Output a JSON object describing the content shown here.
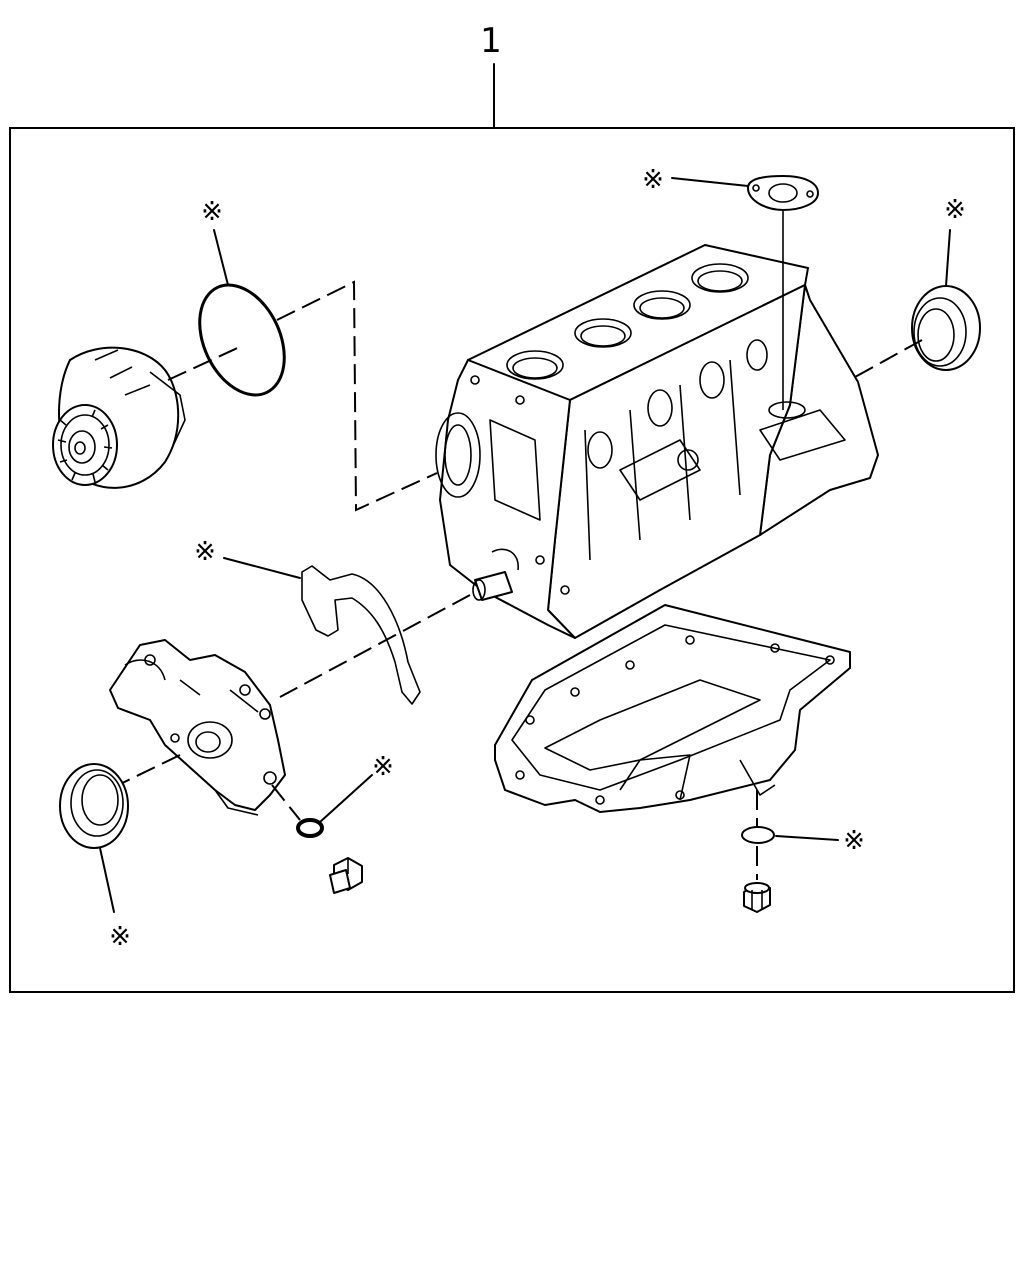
{
  "diagram": {
    "assembly_number": "1",
    "callout_symbol": "※"
  },
  "parts": [
    {
      "name": "water-pump"
    },
    {
      "name": "water-pump-o-ring",
      "marked": true
    },
    {
      "name": "engine-block"
    },
    {
      "name": "block-gasket-plate",
      "marked": true
    },
    {
      "name": "rear-crankshaft-seal",
      "marked": true
    },
    {
      "name": "front-cover-gasket",
      "marked": true
    },
    {
      "name": "oil-pump-housing"
    },
    {
      "name": "front-crankshaft-seal",
      "marked": true
    },
    {
      "name": "oil-pump-plug-washer",
      "marked": true
    },
    {
      "name": "oil-pump-plug"
    },
    {
      "name": "oil-pan"
    },
    {
      "name": "drain-plug-washer",
      "marked": true
    },
    {
      "name": "drain-plug"
    }
  ]
}
